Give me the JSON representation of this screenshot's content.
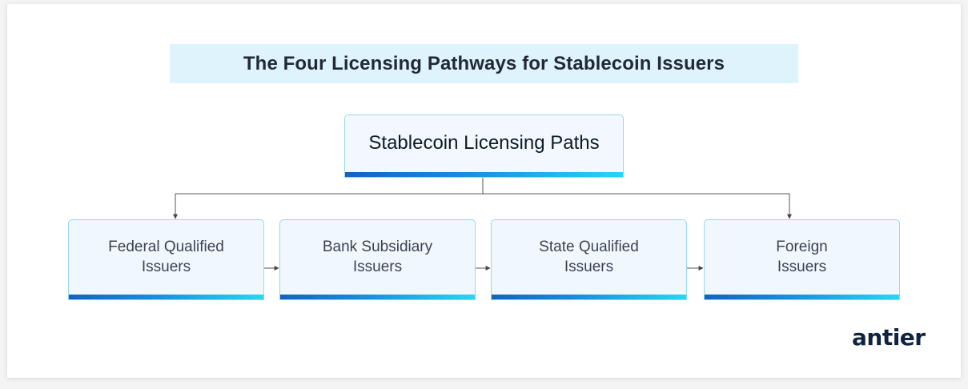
{
  "title": "The Four Licensing Pathways for Stablecoin Issuers",
  "root": {
    "label": "Stablecoin Licensing Paths"
  },
  "children": [
    {
      "line1": "Federal Qualified",
      "line2": "Issuers"
    },
    {
      "line1": "Bank Subsidiary",
      "line2": "Issuers"
    },
    {
      "line1": "State Qualified",
      "line2": "Issuers"
    },
    {
      "line1": "Foreign",
      "line2": "Issuers"
    }
  ],
  "logo": "antier",
  "colors": {
    "title_bg": "#dff3fd",
    "box_bg": "#f0f8fe",
    "box_border": "#9ad6ee",
    "gradient_start": "#1560c4",
    "gradient_end": "#25d7f2",
    "text_dark": "#1f2a36",
    "logo": "#0f2440"
  }
}
